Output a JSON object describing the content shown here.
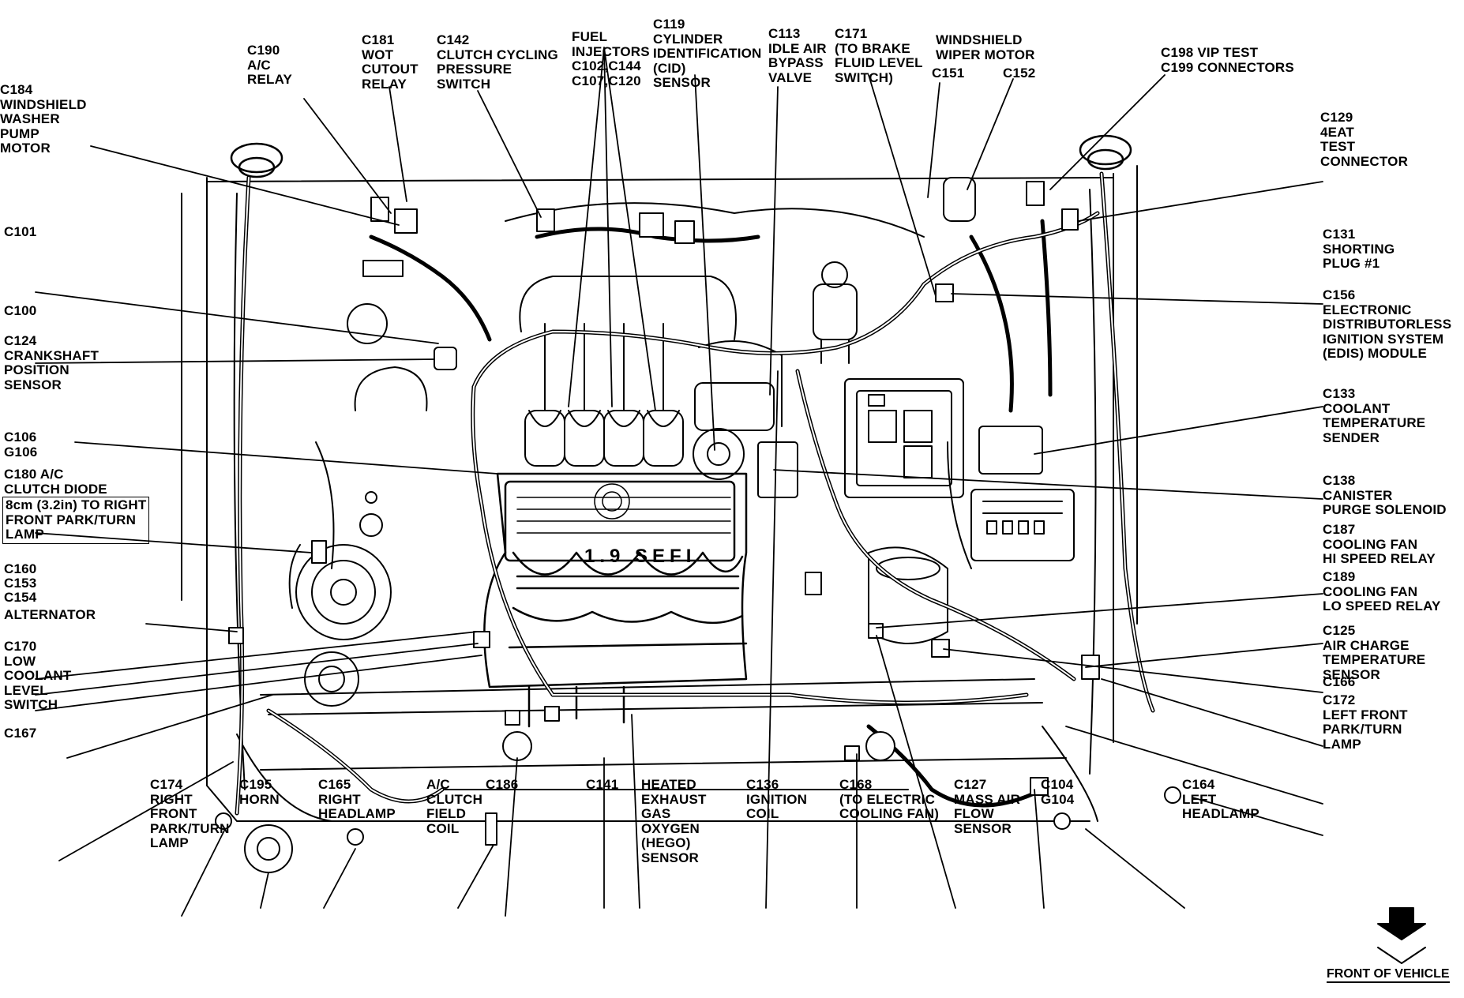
{
  "labels": {
    "c190": "C190\nA/C\nRELAY",
    "c181": "C181\nWOT\nCUTOUT\nRELAY",
    "c142": "C142\nCLUTCH CYCLING\nPRESSURE\nSWITCH",
    "fuel_inj": "FUEL\nINJECTORS\nC102,C144\nC107,C120",
    "c119": "C119\nCYLINDER\nIDENTIFICATION\n(CID)\nSENSOR",
    "c113": "C113\nIDLE AIR\nBYPASS\nVALVE",
    "c171": "C171\n(TO BRAKE\nFLUID LEVEL\nSWITCH)",
    "wiper": "WINDSHIELD\nWIPER MOTOR",
    "c151": "C151",
    "c152": "C152",
    "c198": "C198 VIP TEST\nC199 CONNECTORS",
    "c184": "C184\nWINDSHIELD\nWASHER\nPUMP\nMOTOR",
    "c129": "C129\n4EAT\nTEST\nCONNECTOR",
    "c101": "C101",
    "c131": "C131\nSHORTING\nPLUG #1",
    "c100": "C100",
    "c156": "C156\nELECTRONIC\nDISTRIBUTORLESS\nIGNITION SYSTEM\n(EDIS) MODULE",
    "c124": "C124\nCRANKSHAFT\nPOSITION\nSENSOR",
    "c133": "C133\nCOOLANT\nTEMPERATURE\nSENDER",
    "c106": "C106\nG106",
    "c180": "C180 A/C\nCLUTCH DIODE",
    "note8cm": "8cm (3.2in) TO RIGHT\nFRONT PARK/TURN\nLAMP",
    "c138": "C138\nCANISTER\nPURGE SOLENOID",
    "c187": "C187\nCOOLING FAN\nHI SPEED RELAY",
    "c160": "C160",
    "c153": "C153",
    "c154": "C154",
    "c189": "C189\nCOOLING FAN\nLO SPEED RELAY",
    "alternator": "ALTERNATOR",
    "c125": "C125\nAIR CHARGE\nTEMPERATURE\nSENSOR",
    "c170": "C170\nLOW\nCOOLANT\nLEVEL\nSWITCH",
    "c166": "C166",
    "c172": "C172\nLEFT FRONT\nPARK/TURN\nLAMP",
    "c167": "C167",
    "c174": "C174\nRIGHT\nFRONT\nPARK/TURN\nLAMP",
    "c195": "C195\nHORN",
    "c165": "C165\nRIGHT\nHEADLAMP",
    "ac_clutch": "A/C\nCLUTCH\nFIELD\nCOIL",
    "c186": "C186",
    "c141": "C141",
    "hego": "HEATED\nEXHAUST\nGAS\nOXYGEN\n(HEGO)\nSENSOR",
    "c136": "C136\nIGNITION\nCOIL",
    "c168": "C168\n(TO ELECTRIC\nCOOLING FAN)",
    "c127": "C127\nMASS AIR\nFLOW\nSENSOR",
    "c104": "C104\nG104",
    "c164": "C164\nLEFT\nHEADLAMP",
    "front": "FRONT OF VEHICLE",
    "engine_badge": "1.9 SEFI"
  }
}
